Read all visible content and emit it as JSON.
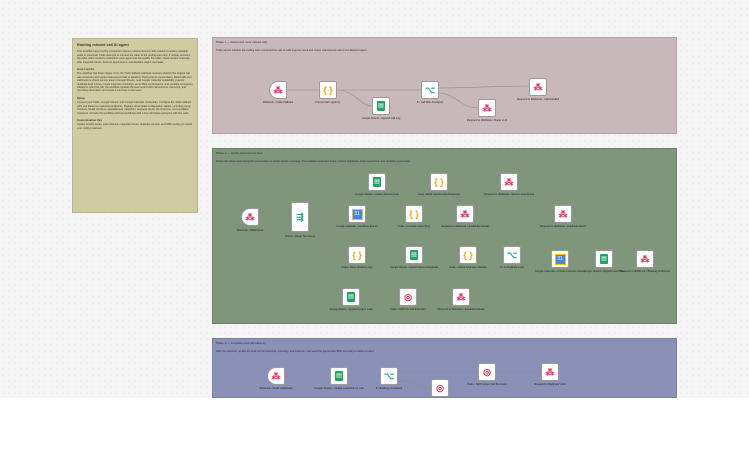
{
  "note": {
    "title": "Routing missed call AI agent",
    "intro": "This workflow helps roofing companies capture missed inbound calls instead of sending valuable leads to voicemail. Twilio attempts to connect the caller to the roofing team first. If nobody answers, the caller will is routed to a Retell AI voice agent that can qualify the caller, check service coverage, offer inspection times, book an appointment, and escalate urgent roof leaks.",
    "how_heading": "How it works",
    "how": "The workflow has three stages. First, the Twilio fallback webhook receives whether the original call was answered and routes unanswered calls to Retell AI. During the AI conversation, Retell calls tool webhooks to check service area in Google Sheets, read Google Calendar availability, prevent duplicate lead entries, create inspection bookings, send SMS confirmations, and escalate emergency situations. After the call, the workflow updates the lead record with call outcome, transcript, and recording information and sends a summary to the team.",
    "setup_heading": "Setup",
    "setup": "Connect your Twilio, Google Sheets, and Google Calendar credentials. Configure the Twilio fallback URL and Retell tool webhook endpoints. Replace all template configuration values, including phone numbers, Retell numbers, spreadsheets, calendars, business hours, the timezone, and escalation recipients. Activate the workflow and test workflows with a live call before going live with live calls.",
    "custom_heading": "Customization tips",
    "custom": "Update service areas, lead columns, inspection hours, duplicate window, and SMS wording to match your roofing business."
  },
  "groups": {
    "g1": {
      "title": "Phase 1 — Detect and route missed calls",
      "desc": "Twilio reports whether the roofing team answered the call. AI calls logs the result and routes unanswered calls to the Retell AI agent."
    },
    "g2": {
      "title": "Phase 2 — Qualify and book the lead",
      "desc": "Retell calls these tools during the conversation to check service coverage, find available inspection times, prevent duplicates, book inspections, and escalate urgent leaks."
    },
    "g3": {
      "title": "Phase 3 — Complete post-call follow-up",
      "desc": "After the call ends, update the lead with its transcript, recording, and outcome, then send the appropriate SMS summary or follow-up alert."
    }
  },
  "nodes": {
    "n1": {
      "label": "Webhook • Twilio Fallback",
      "icon": "webhook-icon"
    },
    "n2": {
      "label": "Format Call Log Entry",
      "icon": "code-icon"
    },
    "n3": {
      "label": "Google Sheets • Append Call Log",
      "icon": "sheets-icon"
    },
    "n4": {
      "label": "If • Call Was Answered",
      "icon": "if-icon"
    },
    "n5": {
      "label": "Respond to Webhook • Route to AI",
      "icon": "webhook-icon"
    },
    "n6": {
      "label": "Respond to Webhook • Call Handled",
      "icon": "webhook-icon"
    },
    "m1": {
      "label": "Webhook • Retell Tools",
      "icon": "webhook-icon"
    },
    "m2": {
      "label": "Switch • Route Tool Name",
      "icon": "switch-icon"
    },
    "m3": {
      "label": "Google Sheets • Lookup Service Area",
      "icon": "sheets-icon"
    },
    "m4": {
      "label": "Code • Build Service Area Response",
      "icon": "code-icon"
    },
    "m5": {
      "label": "Respond to Webhook • Service Area Result",
      "icon": "webhook-icon"
    },
    "m6": {
      "label": "Google Calendar • Get Busy Events",
      "icon": "calendar-icon"
    },
    "m7": {
      "label": "Code • Compute Open Slots",
      "icon": "code-icon"
    },
    "m8": {
      "label": "Respond to Webhook • Availability Result",
      "icon": "webhook-icon"
    },
    "m9": {
      "label": "Code • Parse Booking Args",
      "icon": "code-icon"
    },
    "m10": {
      "label": "Google Sheets • Search Recent Duplicate",
      "icon": "sheets-icon"
    },
    "m11": {
      "label": "Code • Check Duplicate Window",
      "icon": "code-icon"
    },
    "m12": {
      "label": "If • Is Duplicate Lead",
      "icon": "if-icon"
    },
    "m13": {
      "label": "Respond to Webhook • Duplicate Result",
      "icon": "webhook-icon"
    },
    "m14": {
      "label": "Google Calendar • Create Inspection Event",
      "icon": "calendar-icon"
    },
    "m15": {
      "label": "Google Sheets • Append Lead Row",
      "icon": "sheets-icon"
    },
    "m16": {
      "label": "Respond to Webhook • Booking Confirmed",
      "icon": "webhook-icon"
    },
    "m17": {
      "label": "Google Sheets • Append Urgent Lead",
      "icon": "sheets-icon"
    },
    "m18": {
      "label": "Twilio • SMS On-Call Estimator",
      "icon": "twilio-icon"
    },
    "m19": {
      "label": "Respond to Webhook • Escalated Result",
      "icon": "webhook-icon"
    },
    "p1": {
      "label": "Webhook • Retell Call Ended",
      "icon": "webhook-icon"
    },
    "p2": {
      "label": "Google Sheets • Update Lead Row for Call",
      "icon": "sheets-icon"
    },
    "p3": {
      "label": "If • Booking Completed",
      "icon": "if-icon"
    },
    "p4": {
      "label": "",
      "icon": "twilio-icon"
    },
    "p5": {
      "label": "Twilio • SMS Owner Call Summary",
      "icon": "twilio-icon"
    },
    "p6": {
      "label": "Respond to Webhook • Ack",
      "icon": "webhook-icon"
    }
  }
}
